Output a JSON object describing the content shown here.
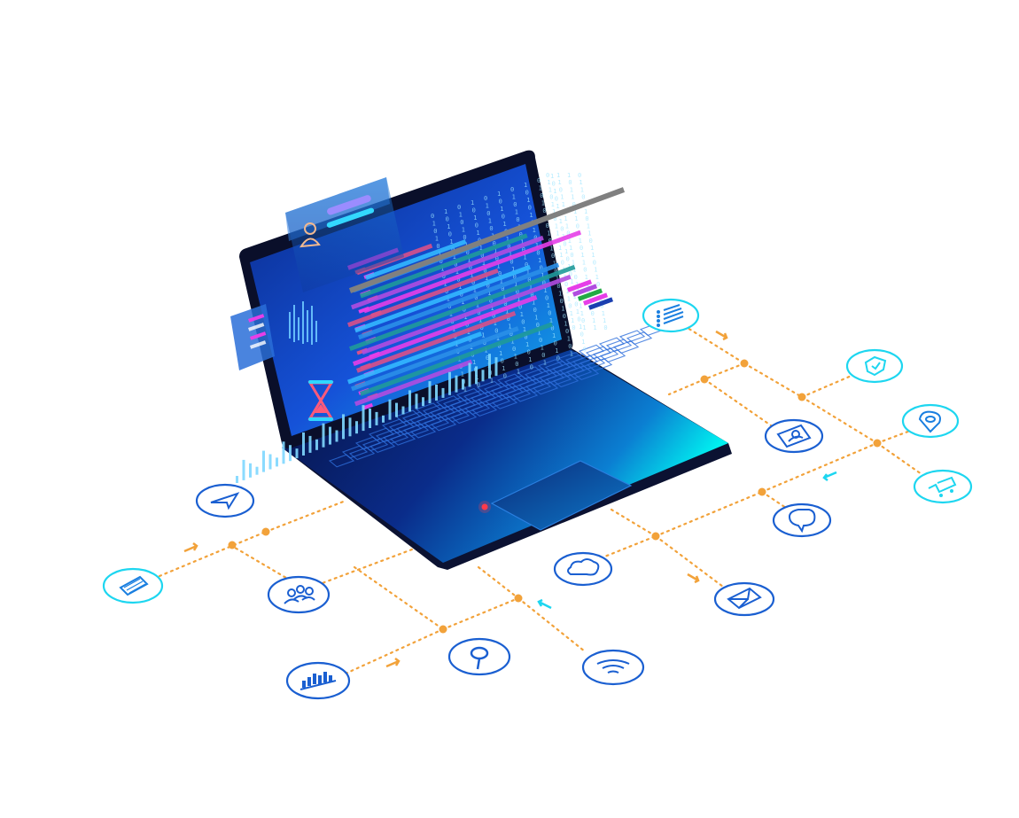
{
  "illustration": {
    "subject": "",
    "icons": [
      {
        "name": "list-icon",
        "ring": "cyan"
      },
      {
        "name": "shield-icon",
        "ring": "cyan"
      },
      {
        "name": "location-pin-icon",
        "ring": "cyan"
      },
      {
        "name": "shopping-cart-icon",
        "ring": "cyan"
      },
      {
        "name": "profile-card-icon",
        "ring": "blue"
      },
      {
        "name": "chat-bubble-icon",
        "ring": "blue"
      },
      {
        "name": "cloud-icon",
        "ring": "blue"
      },
      {
        "name": "mail-icon",
        "ring": "blue"
      },
      {
        "name": "wifi-icon",
        "ring": "blue"
      },
      {
        "name": "search-icon",
        "ring": "blue"
      },
      {
        "name": "bar-chart-icon",
        "ring": "blue"
      },
      {
        "name": "people-icon",
        "ring": "blue"
      },
      {
        "name": "cursor-arrow-icon",
        "ring": "blue"
      },
      {
        "name": "calendar-icon",
        "ring": "cyan"
      }
    ],
    "colors": {
      "cyan": "#1dd6f0",
      "blue": "#1a5fd1",
      "orange_line": "#f2a23a",
      "laptop_dark": "#0a1440",
      "laptop_glow": "#00e5f0",
      "code_magenta": "#e63ee8",
      "code_pink": "#d8508a"
    }
  }
}
